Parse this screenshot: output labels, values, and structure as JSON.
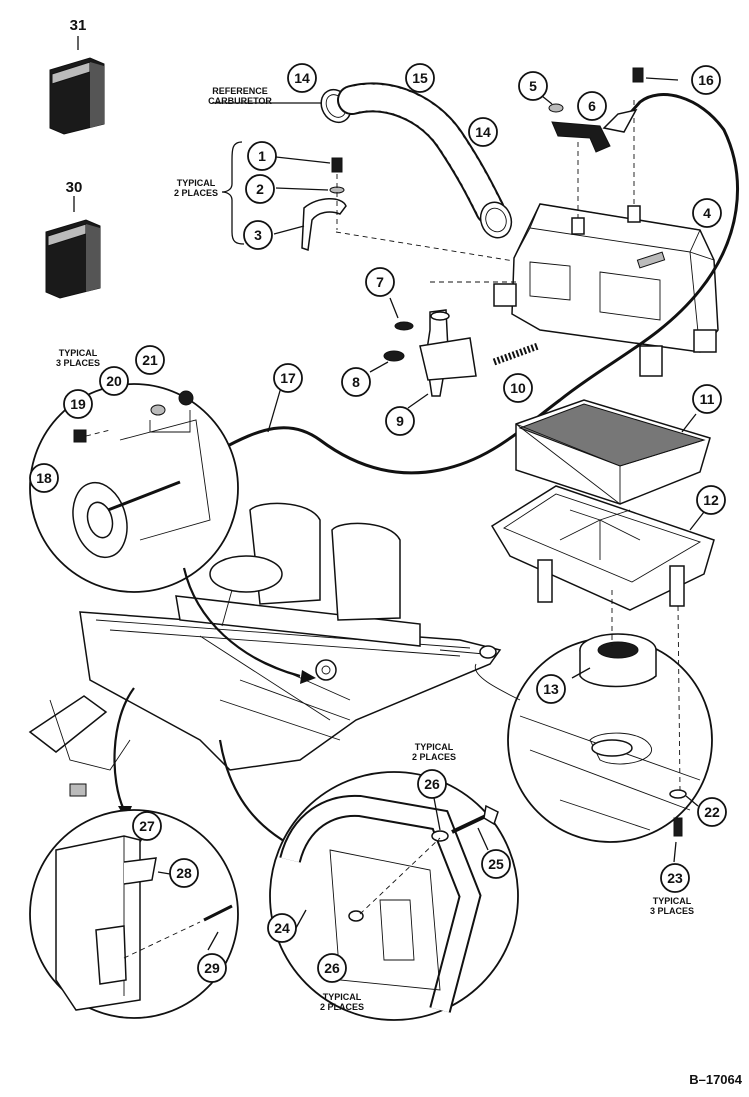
{
  "callouts": [
    "1",
    "2",
    "3",
    "4",
    "5",
    "6",
    "7",
    "8",
    "9",
    "10",
    "11",
    "12",
    "13",
    "14",
    "15",
    "16",
    "17",
    "18",
    "19",
    "20",
    "21",
    "22",
    "23",
    "24",
    "25",
    "26",
    "27",
    "28",
    "29",
    "30",
    "31"
  ],
  "notes": {
    "reference_1": "REFERENCE",
    "reference_2": "CARBURETOR",
    "typical2_a_1": "TYPICAL",
    "typical2_a_2": "2 PLACES",
    "typical3_a_1": "TYPICAL",
    "typical3_a_2": "3 PLACES",
    "typical2_b_1": "TYPICAL",
    "typical2_b_2": "2 PLACES",
    "typical3_b_1": "TYPICAL",
    "typical3_b_2": "3 PLACES",
    "typical2_c_1": "TYPICAL",
    "typical2_c_2": "2 PLACES"
  },
  "drawing_code": "B–17064"
}
